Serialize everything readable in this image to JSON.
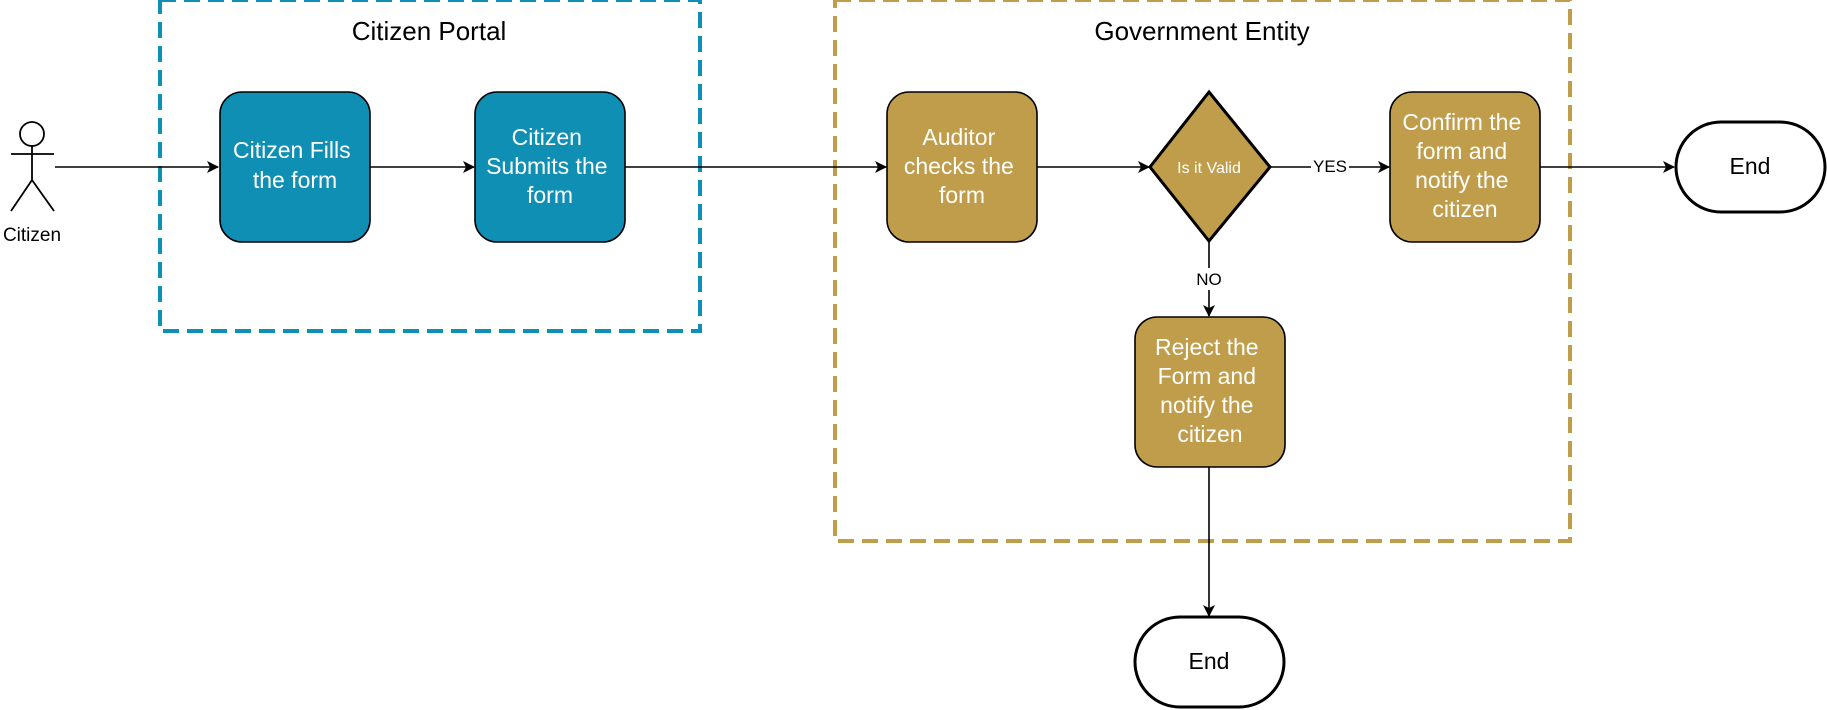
{
  "lanes": {
    "portal": {
      "title": "Citizen Portal"
    },
    "government": {
      "title": "Government Entity"
    }
  },
  "actor": {
    "label": "Citizen"
  },
  "nodes": {
    "fill_form": {
      "lines": [
        "Citizen Fills",
        "the form"
      ]
    },
    "submit_form": {
      "lines": [
        "Citizen",
        "Submits the",
        "form"
      ]
    },
    "auditor_check": {
      "lines": [
        "Auditor",
        "checks the",
        "form"
      ]
    },
    "is_valid": {
      "label": "Is it Valid"
    },
    "confirm": {
      "lines": [
        "Confirm the",
        "form and",
        "notify the",
        "citizen"
      ]
    },
    "reject": {
      "lines": [
        "Reject the",
        "Form and",
        "notify the",
        "citizen"
      ]
    },
    "end_right": {
      "label": "End"
    },
    "end_bottom": {
      "label": "End"
    }
  },
  "edge_labels": {
    "yes": "YES",
    "no": "NO"
  },
  "colors": {
    "portal": "#0f8fb3",
    "government": "#bf9d4a",
    "stroke": "#000000"
  }
}
